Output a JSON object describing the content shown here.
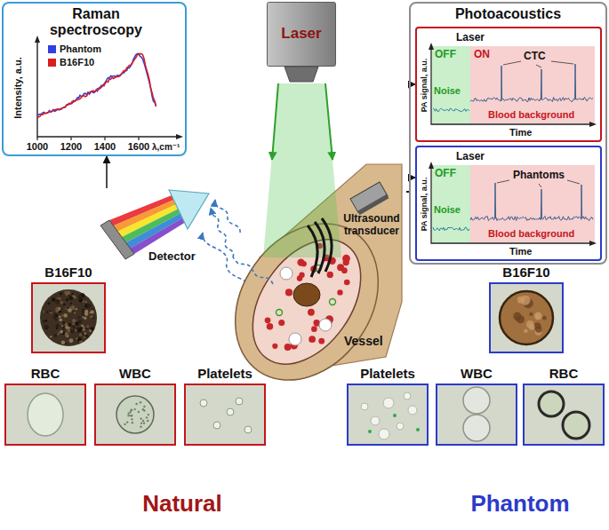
{
  "diagram": {
    "nodes": [
      {
        "text": [
          "Raman spectroscopy",
          "Intensity, a.u.",
          "1000",
          "1200",
          "1400",
          "1600",
          "λ,cm⁻¹"
        ]
      },
      {
        "text": [
          "Laser"
        ]
      },
      {
        "text": [
          "Photoacoustics"
        ]
      },
      {
        "text": [
          "Laser",
          "OFF",
          "ON",
          "CTC",
          "Noise",
          "Blood background",
          "PA signal, a.u.",
          "Time"
        ],
        "in": 2
      },
      {
        "text": [
          "Laser",
          "OFF",
          "Phantoms",
          "Noise",
          "Blood background",
          "PA signal, a.u.",
          "Time"
        ],
        "in": 2
      },
      {
        "text": [
          "Detector"
        ]
      },
      {
        "text": [
          "Vessel"
        ]
      },
      {
        "text": [
          "Ultrasound transducer"
        ]
      },
      {
        "text": [
          "B16F10"
        ]
      },
      {
        "text": [
          "B16F10"
        ]
      },
      {
        "text": [
          "RBC"
        ]
      },
      {
        "text": [
          "WBC"
        ]
      },
      {
        "text": [
          "Platelets"
        ]
      },
      {
        "text": [
          "Platelets"
        ]
      },
      {
        "text": [
          "WBC"
        ]
      },
      {
        "text": [
          "RBC"
        ]
      }
    ],
    "edges": [
      {
        "from": 1,
        "to": 6,
        "arrow": "to"
      },
      {
        "from": 6,
        "to": 5,
        "arrow": "to"
      },
      {
        "from": 5,
        "to": 0,
        "arrow": "to"
      },
      {
        "from": 7,
        "to": 3,
        "arrow": "to"
      },
      {
        "from": 7,
        "to": 4,
        "arrow": "to"
      }
    ],
    "labels": [
      "Natural",
      "Phantom"
    ],
    "legend": [
      {
        "text": "Phantom",
        "color": "#2f3fe0"
      },
      {
        "text": "B16F10",
        "color": "#d81e1e"
      }
    ]
  }
}
